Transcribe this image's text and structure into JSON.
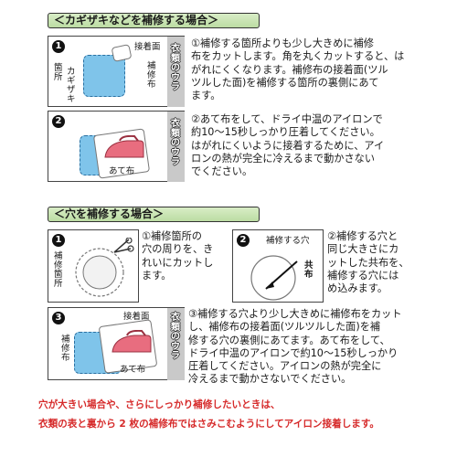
{
  "section1": {
    "title": "＜カギザキなどを補修する場合＞",
    "step1": {
      "num": "1",
      "label_adhesive": "接着面",
      "label_fabric": "補\n修\n布",
      "label_damage": "箇\n所",
      "label_kagizaki": "カ\nギ\nザ\nキ",
      "label_ura": "衣\n類\nの\nウ\nラ",
      "text": "①補修する箇所よりも少し大きめに補修\n布をカットします。角を丸くカットすると、は\nがれにくくなります。補修布の接着面(ツル\nツルした面)を補修する箇所の裏側にあて\nます。"
    },
    "step2": {
      "num": "2",
      "label_ura": "衣\n類\nの\nウ\nラ",
      "label_atefu": "あて布",
      "text": "②あて布をして、ドライ中温のアイロンで\n約10〜15秒しっかり圧着してください。\nはがれにくいように接着するために、アイ\nロンの熱が完全に冷えるまで動かさない\nでください。"
    }
  },
  "section2": {
    "title": "＜穴を補修する場合＞",
    "step1": {
      "num": "1",
      "label": "補\n修\n箇\n所",
      "text": "①補修箇所の\n穴の周りを、き\nれいにカットし\nます。"
    },
    "step2": {
      "num": "2",
      "label_hole": "補修する穴",
      "label_fabric": "共\n布",
      "text": "②補修する穴と\n同じ大きさにカ\nットした共布を、\n補修する穴には\nめ込みます。"
    },
    "step3": {
      "num": "3",
      "label_adhesive": "接着面",
      "label_fabric": "補\n修\n布",
      "label_ura": "衣\n類\nの\nウ\nラ",
      "label_atefu": "あて布",
      "text": "③補修する穴より少し大きめに補修布をカット\nし、補修布の接着面(ツルツルした面)を補\n修する穴の裏側にあてます。あて布をして、\nドライ中温のアイロンで約10〜15秒しっかり\n圧着してください。アイロンの熱が完全に\n冷えるまで動かさないでください。"
    }
  },
  "note": {
    "line1": "穴が大きい場合や、さらにしっかり補修したいときは、",
    "line2": "衣類の表と裏から 2 枚の補修布ではさみこむようにしてアイロン接着します。"
  },
  "colors": {
    "title_bg": "#c6e3b0",
    "patch_blue": "#7fc4ea",
    "iron_pink": "#e86d7f",
    "note_red": "#d62a2a"
  }
}
